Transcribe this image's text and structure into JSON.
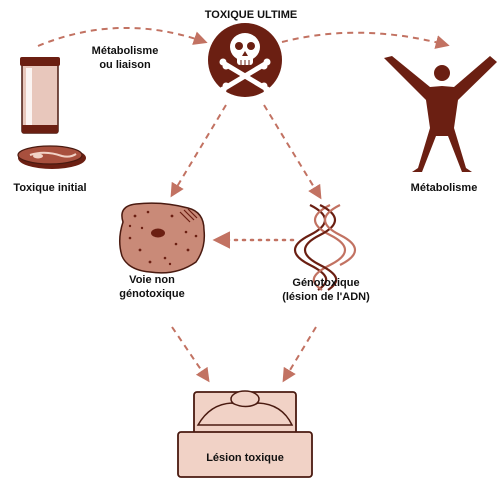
{
  "labels": {
    "ultimate_toxic": "TOXIQUE ULTIME",
    "metabolism_or_binding_line1": "Métabolisme",
    "metabolism_or_binding_line2": "ou liaison",
    "initial_toxic": "Toxique initial",
    "metabolism": "Métabolisme",
    "non_genotoxic_line1": "Voie non",
    "non_genotoxic_line2": "génotoxique",
    "genotoxic_line1": "Génotoxique",
    "genotoxic_line2": "(lésion de l'ADN)",
    "toxic_lesion": "Lésion toxique"
  },
  "icons": {
    "skull": "skull-crossbones-icon",
    "bottle": "pill-bottle-icon",
    "meat": "meat-steak-icon",
    "person": "human-figure-icon",
    "cell": "cell-icon",
    "dna": "dna-helix-icon",
    "patient": "patient-in-bed-icon"
  },
  "colors": {
    "primary_dark": "#6b1f12",
    "arrow": "#c27262",
    "cell_fill": "#c98a78",
    "skin": "#f1d2c6",
    "outline": "#4a1a10"
  }
}
